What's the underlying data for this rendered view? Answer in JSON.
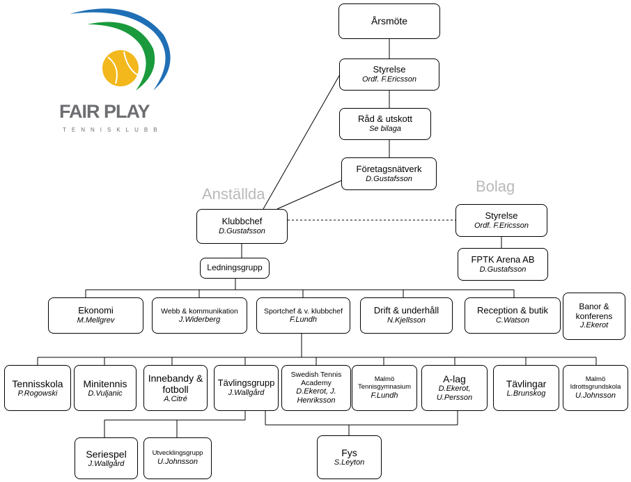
{
  "logo": {
    "brand": "FAIR PLAY",
    "sub": "TENNISKLUBB",
    "colors": {
      "blue": "#1f6fb5",
      "green": "#1a9a3c",
      "yellow": "#f2b81c",
      "gray": "#6d6e71"
    }
  },
  "sections": {
    "staff": "Anställda",
    "company": "Bolag"
  },
  "nodes": {
    "arsmote": {
      "title": "Årsmöte"
    },
    "styrelse": {
      "title": "Styrelse",
      "sub": "Ordf. F.Ericsson"
    },
    "rad": {
      "title": "Råd & utskott",
      "sub": "Se bilaga"
    },
    "foretag": {
      "title": "Företagsnätverk",
      "sub": "D.Gustafsson"
    },
    "klubbchef": {
      "title": "Klubbchef",
      "sub": "D.Gustafsson"
    },
    "ledning": {
      "title": "Ledningsgrupp"
    },
    "bolag_styrelse": {
      "title": "Styrelse",
      "sub": "Ordf. F.Ericsson"
    },
    "arena": {
      "title": "FPTK Arena AB",
      "sub": "D.Gustafsson"
    },
    "ekonomi": {
      "title": "Ekonomi",
      "sub": "M.Mellgrev"
    },
    "webb": {
      "title": "Webb & kommunikation",
      "sub": "J.Widerberg"
    },
    "sportchef": {
      "title": "Sportchef & v. klubbchef",
      "sub": "F.Lundh"
    },
    "drift": {
      "title": "Drift & underhåll",
      "sub": "N.Kjellsson"
    },
    "reception": {
      "title": "Reception & butik",
      "sub": "C.Watson"
    },
    "banor": {
      "title": "Banor & konferens",
      "sub": "J.Ekerot"
    },
    "tennisskola": {
      "title": "Tennisskola",
      "sub": "P.Rogowski"
    },
    "minitennis": {
      "title": "Minitennis",
      "sub": "D.Vuljanic"
    },
    "innebandy": {
      "title": "Innebandy & fotboll",
      "sub": "A.Citré"
    },
    "tavlingsgrupp": {
      "title": "Tävlingsgrupp",
      "sub": "J.Wallgård"
    },
    "academy": {
      "title": "Swedish Tennis Academy",
      "sub": "D.Ekerot, J. Henriksson"
    },
    "gymnasium": {
      "title": "Malmö Tennisgymnasium",
      "sub": "F.Lundh"
    },
    "alag": {
      "title": "A-lag",
      "sub": "D.Ekerot, U.Persson"
    },
    "tavlingar": {
      "title": "Tävlingar",
      "sub": "L.Brunskog"
    },
    "idrottsgrundskola": {
      "title": "Malmö Idrottsgrundskola",
      "sub": "U.Johnsson"
    },
    "seriespel": {
      "title": "Seriespel",
      "sub": "J.Wallgård"
    },
    "utveckling": {
      "title": "Utvecklingsgrupp",
      "sub": "U.Johnsson"
    },
    "fys": {
      "title": "Fys",
      "sub": "S.Leyton"
    }
  }
}
